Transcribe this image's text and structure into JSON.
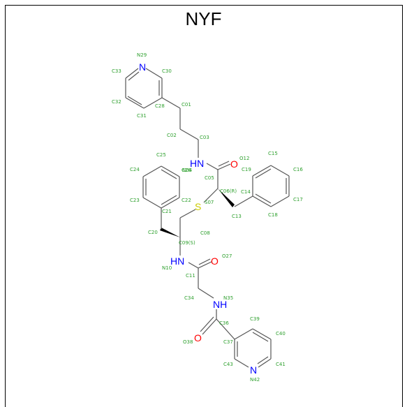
{
  "title": "NYF",
  "colors": {
    "carbon_label": "#2ea02e",
    "nitrogen": "#0000ff",
    "oxygen": "#ff0000",
    "sulfur": "#cccc00",
    "bond": "#555555"
  },
  "atom_labels": {
    "N29": "N29",
    "C30": "C30",
    "C33": "C33",
    "C32": "C32",
    "C31": "C31",
    "C28": "C28",
    "C01": "C01",
    "C02": "C02",
    "C03": "C03",
    "N04": "N04",
    "C05": "C05",
    "O12": "O12",
    "C15": "C15",
    "C16": "C16",
    "C17": "C17",
    "C18": "C18",
    "C19": "C19",
    "C14": "C14",
    "C06": "C06(R)",
    "S07": "S07",
    "C13": "C13",
    "C25": "C25",
    "C24": "C24",
    "C26": "C26",
    "C23": "C23",
    "C22": "C22",
    "C21": "C21",
    "C20": "C20",
    "C08": "C08",
    "C09": "C09(S)",
    "N10": "N10",
    "C11": "C11",
    "O27": "O27",
    "C34": "C34",
    "N35": "N35",
    "C36": "C36",
    "C39": "C39",
    "C40": "C40",
    "O38": "O38",
    "C37": "C37",
    "C43": "C43",
    "C41": "C41",
    "N42": "N42"
  },
  "element_labels": {
    "n_top": "N",
    "nh_04": "HN",
    "o_12": "O",
    "s_07": "S",
    "nh_10": "HN",
    "o_27": "O",
    "nh_35": "NH",
    "o_38": "O",
    "n_bottom": "N"
  }
}
